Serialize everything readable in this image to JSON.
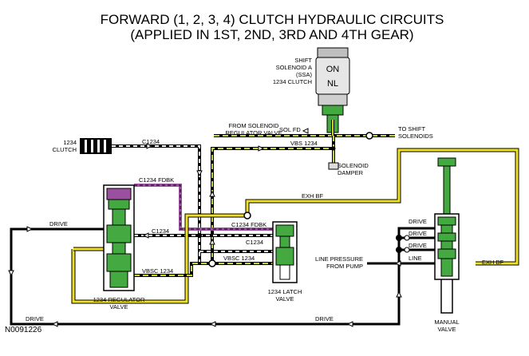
{
  "title": {
    "line1": "FORWARD (1, 2, 3, 4) CLUTCH HYDRAULIC CIRCUITS",
    "line2": "(APPLIED IN 1ST, 2ND, 3RD AND 4TH GEAR)"
  },
  "solenoid": {
    "name_lines": [
      "SHIFT",
      "SOLENOID A",
      "(SSA)",
      "1234 CLUTCH"
    ],
    "state_on": "ON",
    "state_nl": "NL"
  },
  "labels": {
    "from_solenoid_lines": [
      "FROM SOLENOID",
      "REGULATOR VALVE"
    ],
    "sol_fd": "SOL FD",
    "to_shift_lines": [
      "TO SHIFT",
      "SOLENOIDS"
    ],
    "vbs_1234": "VBS 1234",
    "solenoid_damper_lines": [
      "SOLENOID",
      "DAMPER"
    ],
    "clutch_lines": [
      "1234",
      "CLUTCH"
    ],
    "c1234_top": "C1234",
    "c1234_fdbk_left": "C1234 FDBK",
    "exh_bf_top": "EXH BF",
    "drive_left": "DRIVE",
    "c1234_mid": "C1234",
    "c1234_fdbk_mid": "C1234 FDBK",
    "c1234_latch": "C1234",
    "vbsc_1234_left": "VBSC 1234",
    "vbsc_1234_right": "VBSC 1234",
    "drive_1": "DRIVE",
    "drive_2": "DRIVE",
    "drive_3": "DRIVE",
    "line": "LINE",
    "exh_bf_right": "EXH BF",
    "line_pressure_lines": [
      "LINE PRESSURE",
      "FROM PUMP"
    ],
    "drive_bottom_left": "DRIVE",
    "drive_bottom_mid": "DRIVE"
  },
  "valves": {
    "regulator_lines": [
      "1234 REGULATOR",
      "VALVE"
    ],
    "latch_lines": [
      "1234 LATCH",
      "VALVE"
    ],
    "manual_lines": [
      "MANUAL",
      "VALVE"
    ]
  },
  "figure_id": "N0091226",
  "colors": {
    "line_pressure": "#000000",
    "solenoid_feed": "#c8d42a",
    "exhaust_backfill": "#f0e020",
    "clutch_feedback": "#9b4fa0",
    "valve_green": "#44a940",
    "solenoid_gray": "#d9d9d9"
  }
}
